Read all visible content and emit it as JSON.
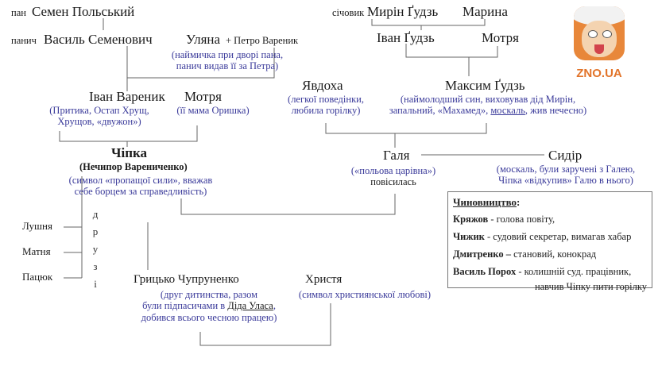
{
  "nodes": {
    "semen_title": "пан",
    "semen": "Семен Польський",
    "vasyl_title": "панич",
    "vasyl": "Василь Семенович",
    "ulyana": "Уляна",
    "petro": "+ Петро Вареник",
    "ulyana_note1": "(наймичка при дворі пана,",
    "ulyana_note2": "панич видав її за Петра)",
    "ivan_varenyk": "Іван Вареник",
    "ivan_note1": "(Притика, Остап Хрущ,",
    "ivan_note2": "Хрущов, «двужон»)",
    "motrya1": "Мотря",
    "motrya1_note": "(її мама Оришка)",
    "chipka": "Чіпка",
    "chipka_full": "(Нечипор Варениченко)",
    "chipka_note1": "(символ «пропащої сили», вважав",
    "chipka_note2": "себе борцем за справедливість)",
    "myrin_title": "січовик",
    "myrin": "Мирін Ґудзь",
    "maryna": "Марина",
    "ivan_gudz": "Іван Ґудзь",
    "motrya2": "Мотря",
    "yavdokha": "Явдоха",
    "yavdokha_note1": "(легкої поведінки,",
    "yavdokha_note2": "любила горілку)",
    "maksym": "Максим Ґудзь",
    "maksym_note1": "(наймолодший син, виховував дід Мирін,",
    "maksym_note2_a": "запальний, «Махамед»,",
    "maksym_note2_b": "москаль",
    "maksym_note2_c": ", жив нечесно)",
    "halya": "Галя",
    "halya_note1": "(«польова царівна»)",
    "halya_note2": "повісилась",
    "sydir": "Сидір",
    "sydir_note1": "(москаль, були заручені з Галею,",
    "sydir_note2": "Чіпка «відкупив» Галю в нього)",
    "lushnya": "Лушня",
    "matnya": "Матня",
    "patsyuk": "Пацюк",
    "friends_letters": [
      "д",
      "р",
      "у",
      "з",
      "і"
    ],
    "hrytsko": "Грицько Чупруненко",
    "hrytsko_note1": "(друг дитинства, разом",
    "hrytsko_note2_a": "були підпасичами в",
    "hrytsko_note2_b": "Діда Уласа",
    "hrytsko_note2_c": ",",
    "hrytsko_note3": "добився всього чесною працею)",
    "khrystya": "Христя",
    "khrystya_note": "(символ християнської любові)"
  },
  "officials": {
    "heading": "Чиновництво",
    "heading_colon": ":",
    "rows": [
      {
        "name": "Кряжов",
        "desc": " - голова повіту,"
      },
      {
        "name": "Чижик",
        "desc": " - судовий секретар, вимагав хабар"
      },
      {
        "name": "Дмитренко –",
        "desc": " становий, конокрад"
      },
      {
        "name": "Василь Порох",
        "desc": " - колишній суд. працівник,"
      }
    ],
    "last_line": "навчив Чіпку пити горілку"
  },
  "logo": {
    "label": "ZNO.UA",
    "icon": "einstein-tongue-icon",
    "accent": "#e2742a"
  },
  "colors": {
    "note": "#3a3a9a",
    "line": "#666666"
  }
}
